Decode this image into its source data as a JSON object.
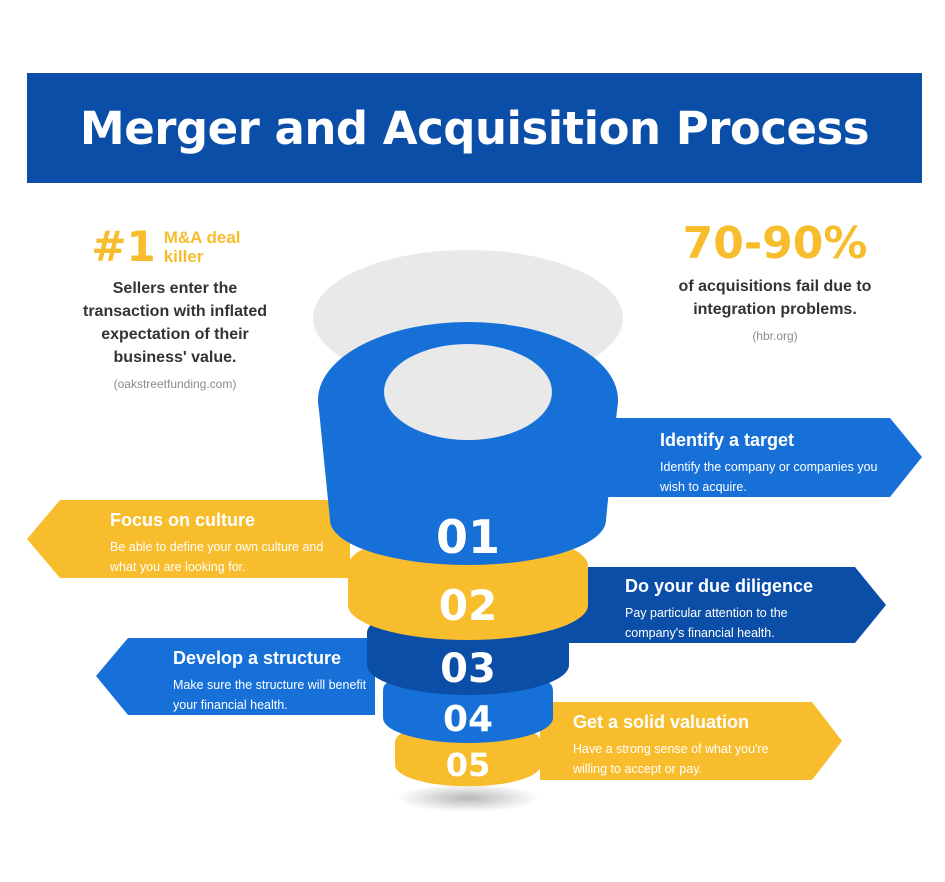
{
  "title": "Merger and Acquisition Process",
  "stat_left": {
    "big": "#1",
    "small": "M&A deal killer",
    "text": "Sellers enter the transaction with inflated expectation of their business' value.",
    "source": "(oakstreetfunding.com)"
  },
  "stat_right": {
    "big": "70-90%",
    "text": "of acquisitions fail due to integration problems.",
    "source": "(hbr.org)"
  },
  "colors": {
    "blue": "#1770d8",
    "dark_blue": "#0a4ea7",
    "yellow": "#f7bd2c"
  },
  "steps": [
    {
      "number": "01",
      "title": "Identify a target",
      "description": "Identify the company or companies you wish to acquire."
    },
    {
      "number": "02",
      "title": "Focus on culture",
      "description": "Be able to define your own culture and what you are looking for."
    },
    {
      "number": "03",
      "title": "Do your due diligence",
      "description": "Pay particular attention to the company's financial health."
    },
    {
      "number": "04",
      "title": "Develop a structure",
      "description": "Make sure the structure will benefit your financial health."
    },
    {
      "number": "05",
      "title": "Get a solid valuation",
      "description": "Have a strong sense of what you're willing to accept or pay."
    }
  ]
}
